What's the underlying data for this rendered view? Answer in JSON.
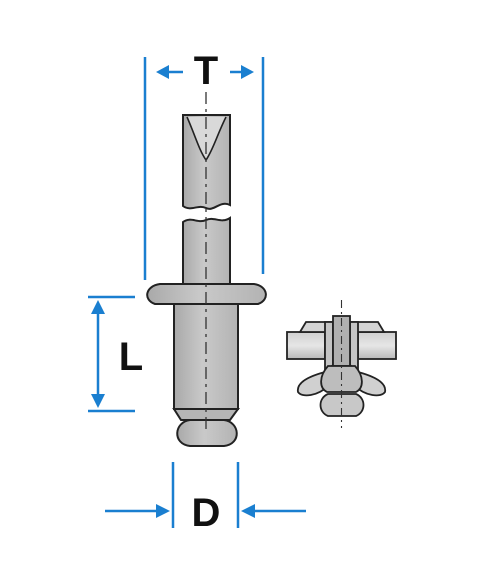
{
  "dimensions": {
    "top": {
      "label": "T"
    },
    "left": {
      "label": "L"
    },
    "bottom": {
      "label": "D"
    }
  },
  "colors": {
    "dimension_line": "#1a7fd0",
    "metal_fill": "#bcbcbc",
    "metal_shade": "#d7d7d7",
    "outline": "#222222",
    "label": "#111111"
  }
}
